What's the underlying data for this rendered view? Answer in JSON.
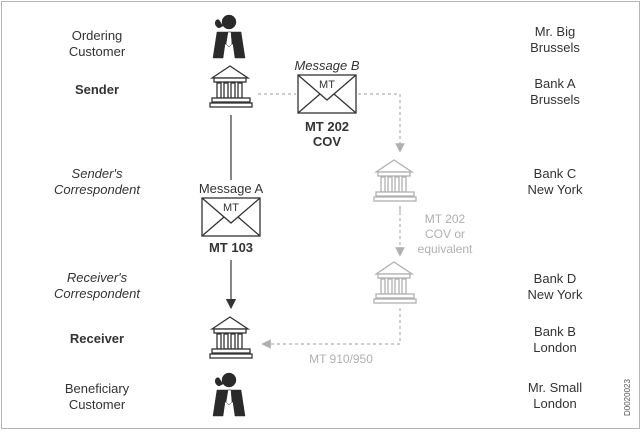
{
  "left_labels": {
    "ordering_customer": [
      "Ordering",
      "Customer"
    ],
    "sender": "Sender",
    "senders_correspondent": [
      "Sender's",
      "Correspondent"
    ],
    "receivers_correspondent": [
      "Receiver's",
      "Correspondent"
    ],
    "receiver": "Receiver",
    "beneficiary_customer": [
      "Beneficiary",
      "Customer"
    ]
  },
  "right_labels": {
    "mr_big": [
      "Mr. Big",
      "Brussels"
    ],
    "bank_a": [
      "Bank A",
      "Brussels"
    ],
    "bank_c": [
      "Bank C",
      "New York"
    ],
    "bank_d": [
      "Bank D",
      "New York"
    ],
    "bank_b": [
      "Bank B",
      "London"
    ],
    "mr_small": [
      "Mr. Small",
      "London"
    ]
  },
  "message_b": {
    "caption": "Message B",
    "envelope_text": "MT",
    "type_line1": "MT 202",
    "type_line2": "COV"
  },
  "message_a": {
    "caption": "Message A",
    "envelope_text": "MT",
    "type": "MT 103"
  },
  "cov_note": [
    "MT 202",
    "COV or",
    "equivalent"
  ],
  "confirm_note": "MT 910/950",
  "doc_code": "D0020023",
  "colors": {
    "dark": "#333333",
    "grey": "#b0b0b0"
  }
}
